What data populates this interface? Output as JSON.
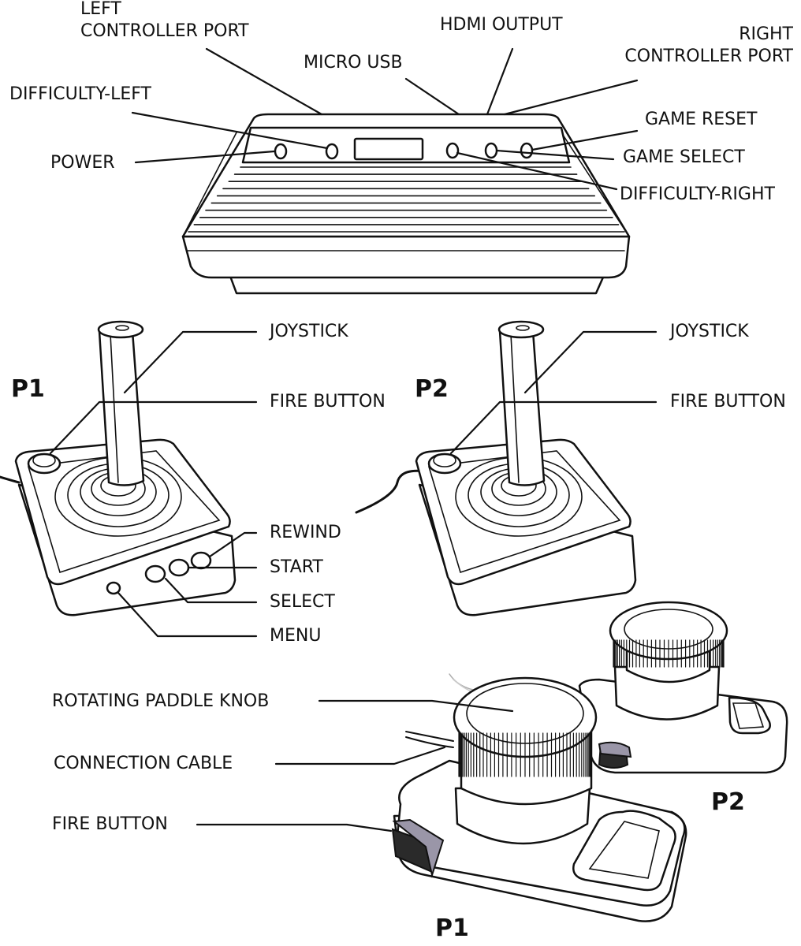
{
  "console": {
    "labels": {
      "left_controller_port": "LEFT\nCONTROLLER PORT",
      "hdmi_output": "HDMI OUTPUT",
      "right_controller_port": "RIGHT\nCONTROLLER PORT",
      "micro_usb": "MICRO USB",
      "difficulty_left": "DIFFICULTY-LEFT",
      "game_reset": "GAME RESET",
      "power": "POWER",
      "game_select": "GAME SELECT",
      "difficulty_right": "DIFFICULTY-RIGHT"
    }
  },
  "joystick_p1": {
    "player": "P1",
    "labels": {
      "joystick": "JOYSTICK",
      "fire_button": "FIRE BUTTON",
      "rewind": "REWIND",
      "start": "START",
      "select": "SELECT",
      "menu": "MENU"
    }
  },
  "joystick_p2": {
    "player": "P2",
    "labels": {
      "joystick": "JOYSTICK",
      "fire_button": "FIRE BUTTON"
    }
  },
  "paddles": {
    "labels": {
      "rotating_paddle_knob": "ROTATING PADDLE KNOB",
      "connection_cable": "CONNECTION CABLE",
      "fire_button": "FIRE BUTTON"
    },
    "player_front": "P1",
    "player_back": "P2"
  }
}
